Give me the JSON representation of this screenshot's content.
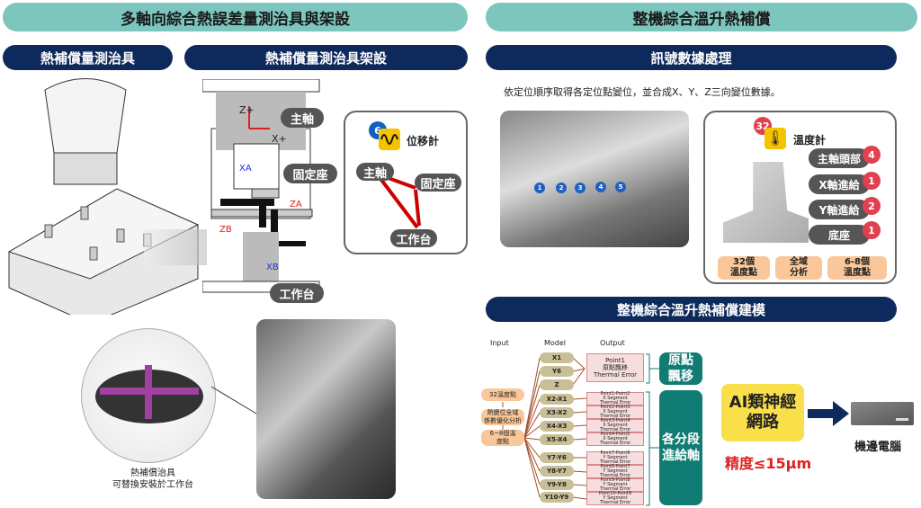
{
  "left_header": "多軸向綜合熱誤差量測治具與架設",
  "right_header": "整機綜合溫升熱補償",
  "fixture_title": "熱補償量測治具",
  "setup_title": "熱補償量測治具架設",
  "signal_title": "訊號數據處理",
  "model_title": "整機綜合溫升熱補償建模",
  "setup": {
    "spindle": "主軸",
    "fixed_seat": "固定座",
    "worktable": "工作台",
    "z_axis": "Z+",
    "x_axis": "X+",
    "xa": "XA",
    "za": "ZA",
    "zb": "ZB",
    "xb": "XB"
  },
  "displacement": {
    "count": "6",
    "label": "位移計",
    "spindle": "主軸",
    "fixed_seat": "固定座",
    "worktable": "工作台",
    "icon": "wave-icon"
  },
  "fixture_caption": [
    "熱補償治具",
    "可替換安裝於工作台"
  ],
  "signal_desc": "依定位順序取得各定位點變位，並合成X、Y、Z三向變位數據。",
  "photo_points": [
    "1",
    "2",
    "3",
    "4",
    "5"
  ],
  "thermo": {
    "count": "32",
    "label": "溫度計",
    "parts": [
      {
        "name": "主軸頭部",
        "n": "4"
      },
      {
        "name": "X軸進給",
        "n": "1"
      },
      {
        "name": "Y軸進給",
        "n": "2"
      },
      {
        "name": "底座",
        "n": "1"
      }
    ],
    "steps": [
      "32個\n溫度點",
      "全域\n分析",
      "6-8個\n溫度點"
    ]
  },
  "model": {
    "headers": [
      "Input",
      "Model",
      "Output"
    ],
    "inputs": [
      "32溫度點",
      "熱變位全域\n係數優化分析",
      "6~8個溫\n度點"
    ],
    "origin_models": [
      "X1",
      "Y6",
      "Z"
    ],
    "origin_output": [
      "Point1",
      "原點飄移",
      "Thermal Error"
    ],
    "origin_group": "原點\n飄移",
    "seg_models": [
      "X2-X1",
      "X3-X2",
      "X4-X3",
      "X5-X4",
      "Y7-Y6",
      "Y8-Y7",
      "Y9-Y8",
      "Y10-Y9"
    ],
    "seg_outputs": [
      [
        "Point1-Point2",
        "X Segment",
        "Thermal Error"
      ],
      [
        "Point2-Point3",
        "X Segment",
        "Thermal Error"
      ],
      [
        "Point3-Point4",
        "X Segment",
        "Thermal Error"
      ],
      [
        "Point4-Point5",
        "X Segment",
        "Thermal Error"
      ],
      [
        "Point7-Point6",
        "Y Segment",
        "Thermal Error"
      ],
      [
        "Point8-Point7",
        "Y Segment",
        "Thermal Error"
      ],
      [
        "Point9-Point8",
        "Y Segment",
        "Thermal Error"
      ],
      [
        "Point10-Point9",
        "Y Segment",
        "Thermal Error"
      ]
    ],
    "seg_group": "各分段\n進給軸"
  },
  "ai": {
    "label": "AI類神經\n網路",
    "accuracy": "精度≤15μm",
    "edge": "機邊電腦"
  },
  "colors": {
    "teal": "#7cc6bd",
    "navy": "#0e2a5c",
    "red": "#e02020",
    "dark_teal": "#117c74"
  }
}
